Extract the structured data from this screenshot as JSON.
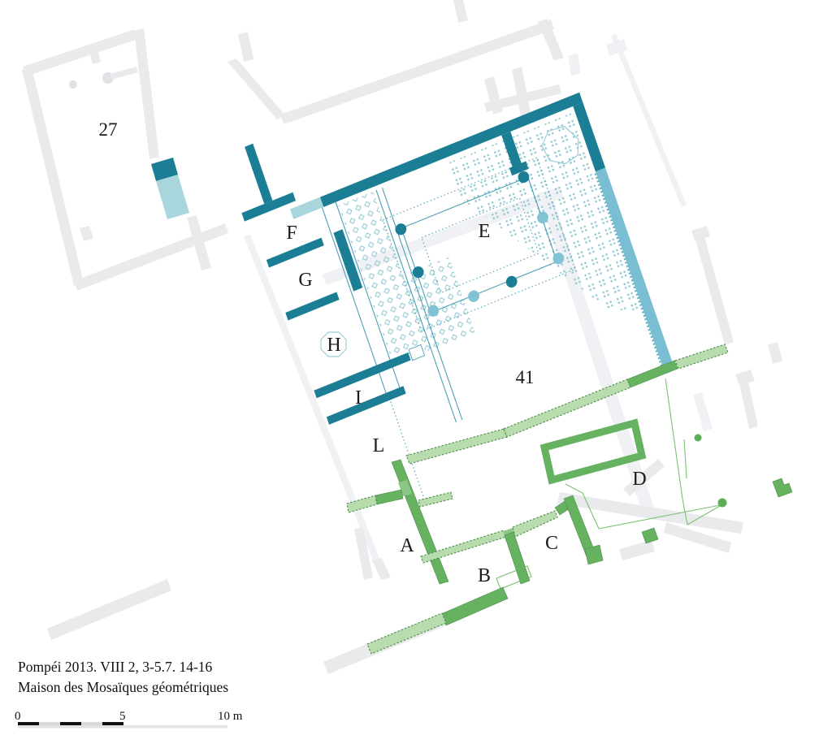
{
  "figure": {
    "caption": {
      "line1": "Pompéi 2013. VIII 2, 3-5.7. 14-16",
      "line2": "Maison des Mosaïques géométriques"
    },
    "scale_bar": {
      "zero": "0",
      "five": "5",
      "ten": "10 m"
    },
    "rooms": [
      {
        "label": "27"
      },
      {
        "label": "F"
      },
      {
        "label": "G"
      },
      {
        "label": "H"
      },
      {
        "label": "I"
      },
      {
        "label": "L"
      },
      {
        "label": "E"
      },
      {
        "label": "41"
      },
      {
        "label": "A"
      },
      {
        "label": "B"
      },
      {
        "label": "C"
      },
      {
        "label": "D"
      }
    ],
    "colors": {
      "wall_excavated_teal": "#1b7e95",
      "wall_restored_light_blue": "#79bed2",
      "wall_restored_pale_teal": "#a9d5dd",
      "mosaic_motif_teal": "#8fc7d3",
      "wall_green_solid": "#66b261",
      "wall_green_hatched": "#b9dcae",
      "garden_outline_green": "#7cc073",
      "background_walls_gray": "#e9eaec"
    }
  }
}
